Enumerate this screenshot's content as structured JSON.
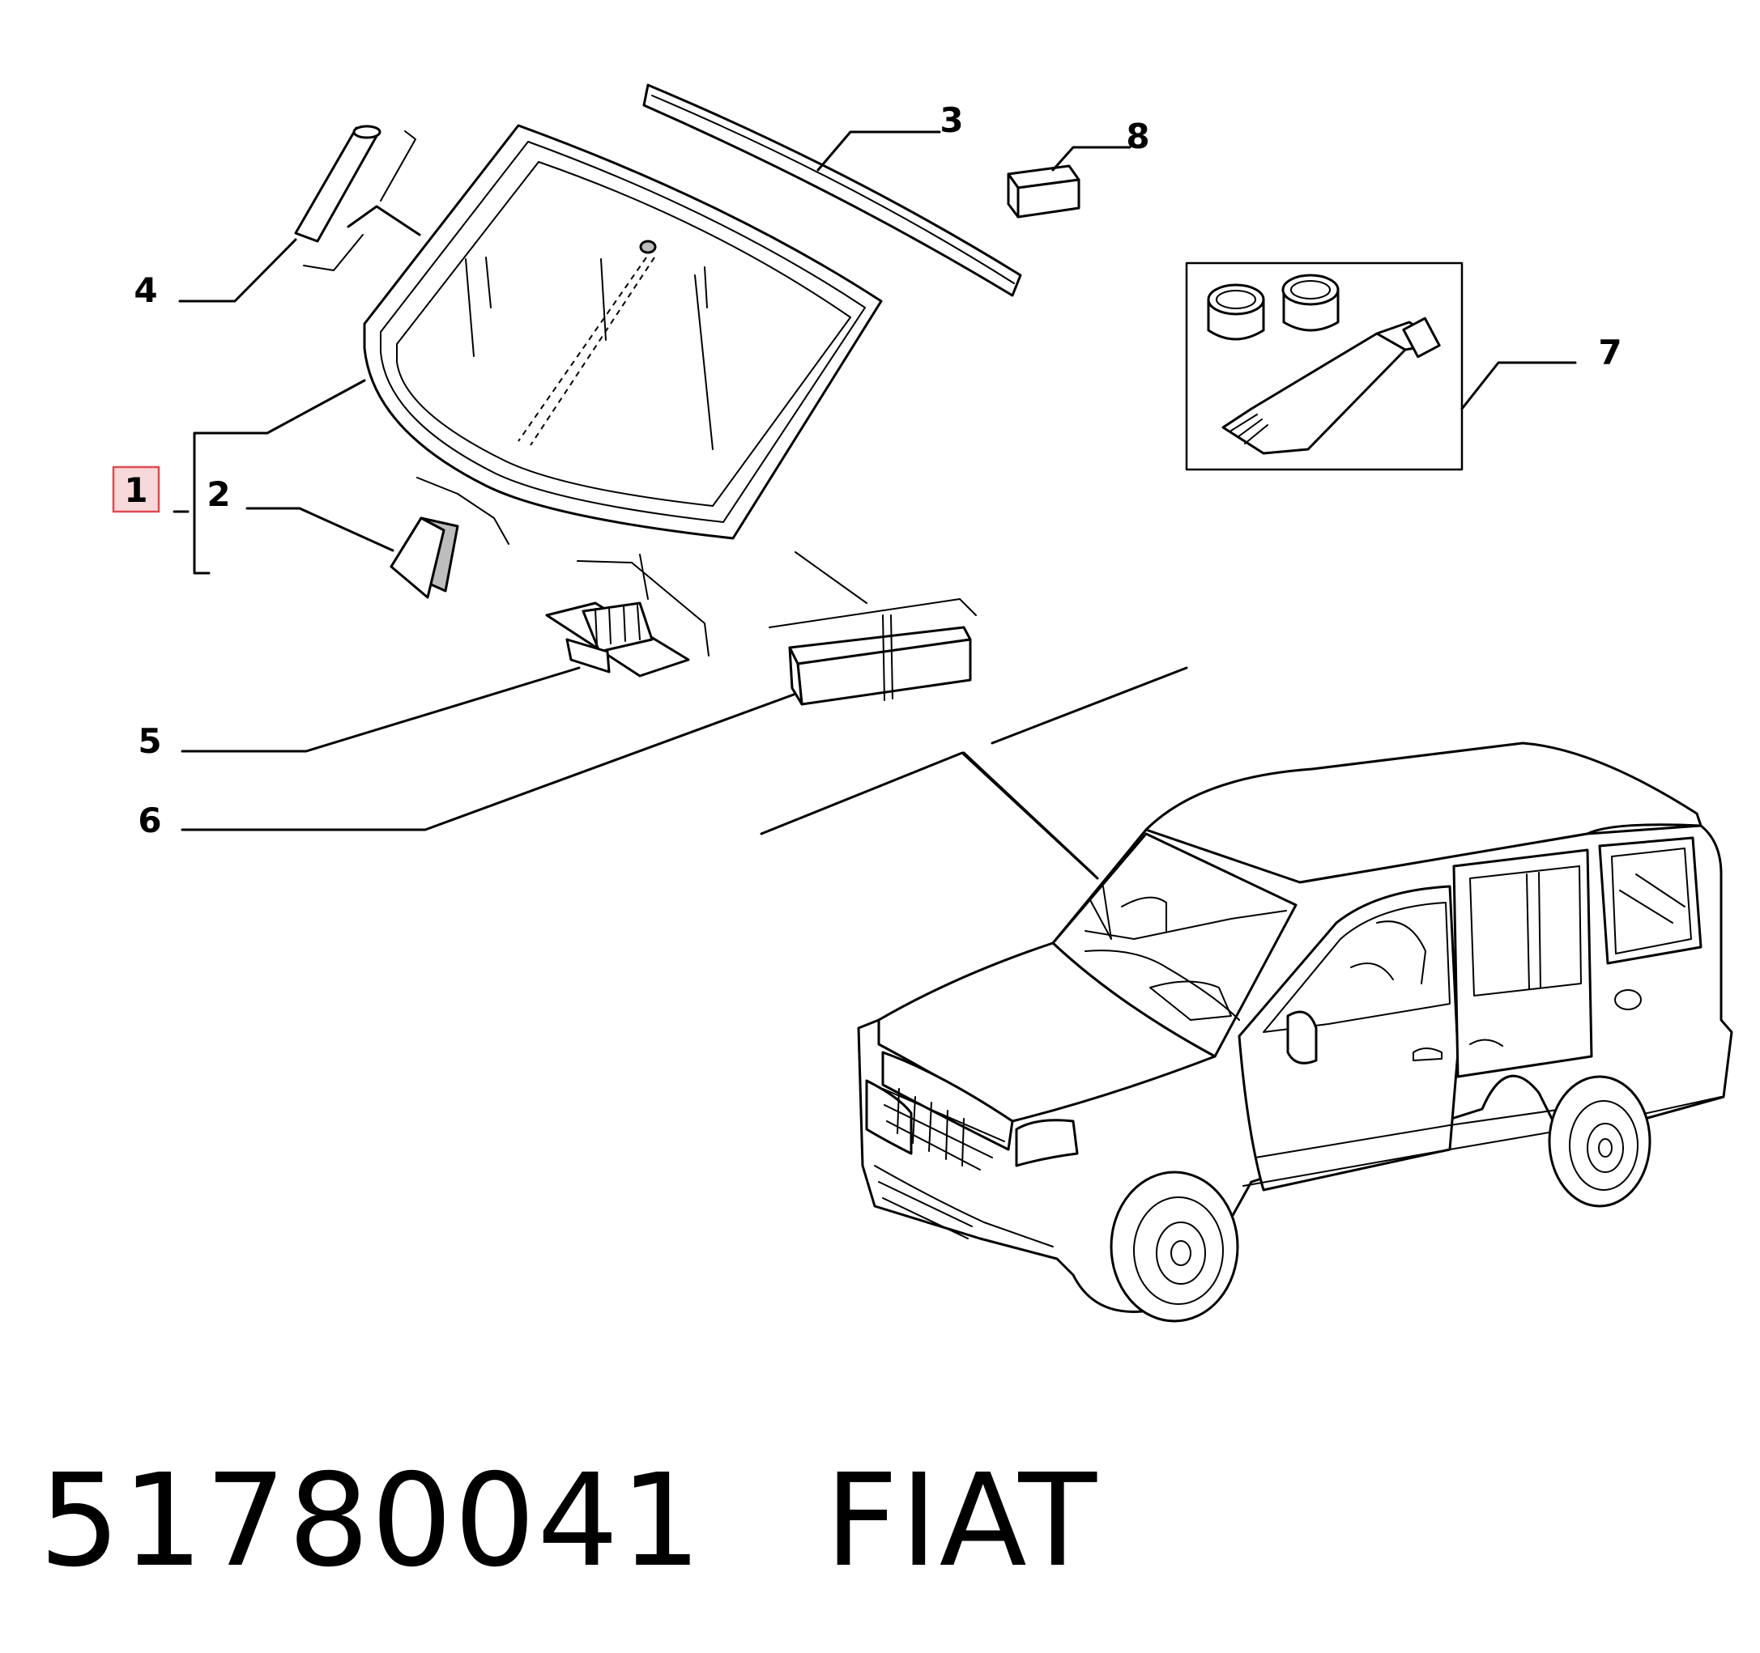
{
  "callouts": [
    {
      "id": "1",
      "label": "1",
      "highlighted": true
    },
    {
      "id": "2",
      "label": "2"
    },
    {
      "id": "3",
      "label": "3"
    },
    {
      "id": "4",
      "label": "4"
    },
    {
      "id": "5",
      "label": "5"
    },
    {
      "id": "6",
      "label": "6"
    },
    {
      "id": "7",
      "label": "7"
    },
    {
      "id": "8",
      "label": "8"
    }
  ],
  "footer": {
    "part_number": "51780041",
    "brand": "FIAT"
  },
  "colors": {
    "highlight_fill": "#f7d9da",
    "highlight_stroke": "#e04a4f",
    "line": "#000000"
  }
}
